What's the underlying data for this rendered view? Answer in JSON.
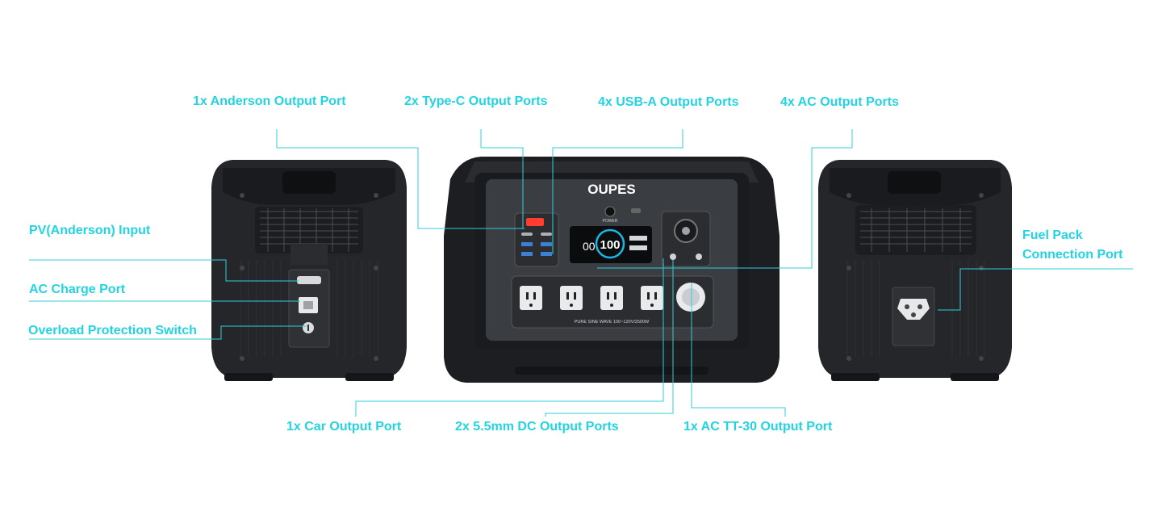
{
  "callouts": {
    "anderson_output": "1x Anderson Output Port",
    "typec_output": "2x Type-C Output Ports",
    "usba_output": "4x USB-A Output Ports",
    "ac_output": "4x AC Output Ports",
    "pv_input": "PV(Anderson) Input",
    "ac_charge": "AC Charge Port",
    "overload_switch": "Overload Protection Switch",
    "fuel_pack_line1": "Fuel Pack",
    "fuel_pack_line2": "Connection Port",
    "car_output": "1x Car Output Port",
    "dc_output": "2x 5.5mm DC Output Ports",
    "tt30_output": "1x AC TT-30 Output Port"
  },
  "device": {
    "brand": "OUPES",
    "power_label": "POWER",
    "display_value": "100",
    "display_left": "00",
    "sine_wave_label": "PURE SINE WAVE 100~120V/2500W"
  },
  "colors": {
    "callout": "#22d3e0",
    "leader": "#2fcfd9",
    "body": "#1f2124",
    "panel": "#3b3e43",
    "display_ring": "#1ab7e6"
  }
}
